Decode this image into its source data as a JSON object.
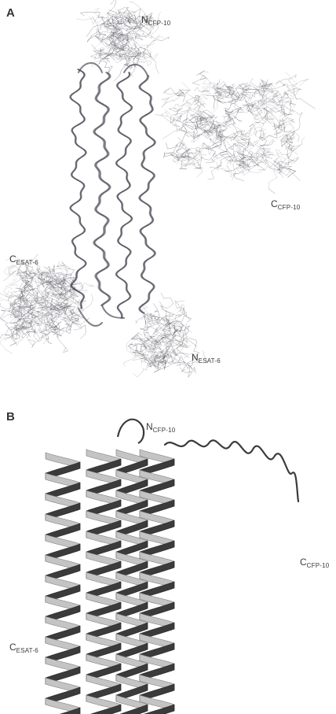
{
  "panel_a": {
    "letter": "A",
    "labels": {
      "n_cfp10_main": "N",
      "n_cfp10_sub": "CFP-10",
      "c_cfp10_main": "C",
      "c_cfp10_sub": "CFP-10",
      "c_esat6_main": "C",
      "c_esat6_sub": "ESAT-6",
      "n_esat6_main": "N",
      "n_esat6_sub": "ESAT-6"
    }
  },
  "panel_b": {
    "letter": "B",
    "labels": {
      "n_cfp10_main": "N",
      "n_cfp10_sub": "CFP-10",
      "c_cfp10_main": "C",
      "c_cfp10_sub": "CFP-10",
      "c_esat6_main": "C",
      "c_esat6_sub": "ESAT-6"
    }
  },
  "colors": {
    "backbone": "#4a4a55",
    "ribbon_dark": "#3b3b3b",
    "ribbon_light": "#c4c4c4"
  }
}
